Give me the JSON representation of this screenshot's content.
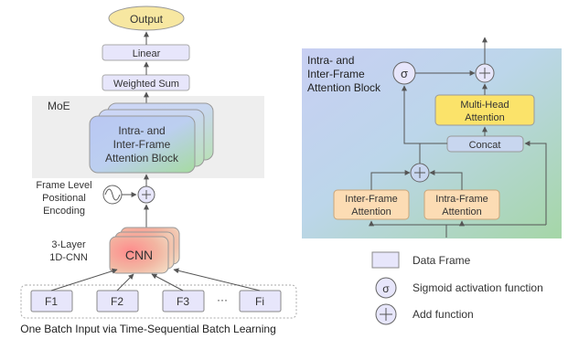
{
  "left": {
    "output": "Output",
    "linear": "Linear",
    "weighted_sum": "Weighted Sum",
    "moe": "MoE",
    "attention_block": [
      "Intra- and",
      "Inter-Frame",
      "Attention Block"
    ],
    "positional_encoding": [
      "Frame Level",
      "Positional",
      "Encoding"
    ],
    "cnn_label": [
      "3-Layer",
      "1D-CNN"
    ],
    "cnn": "CNN",
    "frames": [
      "F1",
      "F2",
      "F3",
      "Fi"
    ],
    "ellipsis": "···",
    "caption": "One Batch Input via Time-Sequential Batch Learning"
  },
  "right": {
    "title": [
      "Intra- and",
      "Inter-Frame",
      "Attention Block"
    ],
    "sigma": "σ",
    "multihead": [
      "Multi-Head",
      "Attention"
    ],
    "concat": "Concat",
    "inter": [
      "Inter-Frame",
      "Attention"
    ],
    "intra": [
      "Intra-Frame",
      "Attention"
    ]
  },
  "legend": {
    "data_frame": "Data Frame",
    "sigma_symbol": "σ",
    "sigmoid": "Sigmoid activation function",
    "add": "Add function"
  },
  "colors": {
    "output_fill": "#f7e7a1",
    "box_fill": "#e7e6fb",
    "moe_bg": "#eeeeee",
    "multihead_fill": "#fbe36a",
    "attention_fill": "#fcdcb4",
    "frame_fill": "#e7e6fb",
    "arrow": "#555555"
  }
}
